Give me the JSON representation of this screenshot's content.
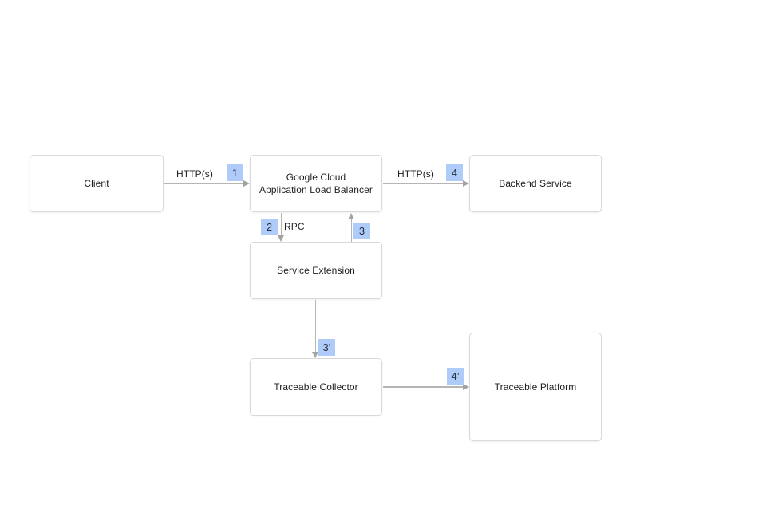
{
  "diagram": {
    "colors": {
      "background": "#ffffff",
      "box_border": "#d9d9d9",
      "box_text": "#1f1f1f",
      "arrow_line": "#b5b5b5",
      "arrow_head": "#a3a3a3",
      "badge_background": "#aecbfa",
      "badge_text": "#27303a"
    },
    "nodes": {
      "client": {
        "label": "Client"
      },
      "alb": {
        "label": "Google Cloud\nApplication Load Balancer"
      },
      "backend": {
        "label": "Backend Service"
      },
      "service_extension": {
        "label": "Service Extension"
      },
      "traceable_collector": {
        "label": "Traceable Collector"
      },
      "traceable_platform": {
        "label": "Traceable Platform"
      }
    },
    "edges": {
      "client_to_alb": {
        "label": "HTTP(s)",
        "badge": "1",
        "direction": "right"
      },
      "alb_to_backend": {
        "label": "HTTP(s)",
        "badge": "4",
        "direction": "right"
      },
      "alb_to_service_extension": {
        "label": "RPC",
        "badge": "2",
        "direction": "down"
      },
      "service_extension_to_alb": {
        "label": "",
        "badge": "3",
        "direction": "up"
      },
      "service_extension_to_collector": {
        "label": "",
        "badge": "3’",
        "direction": "down"
      },
      "collector_to_platform": {
        "label": "",
        "badge": "4’",
        "direction": "right"
      }
    }
  }
}
